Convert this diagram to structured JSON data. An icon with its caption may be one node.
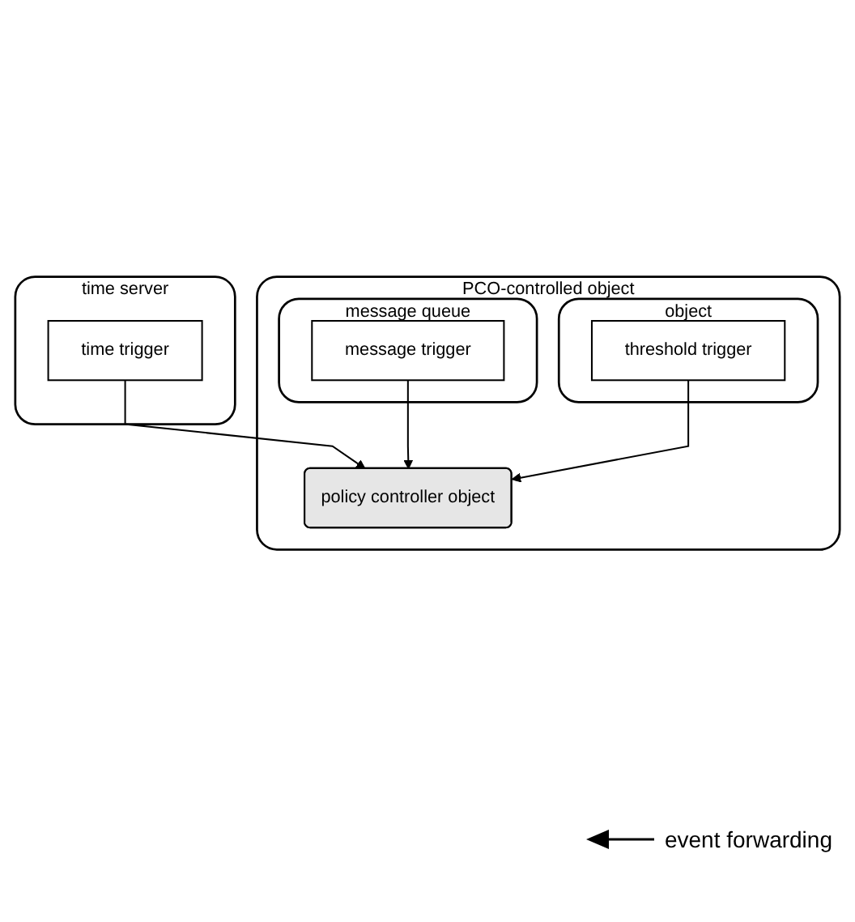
{
  "diagram": {
    "nodes": [
      {
        "text": [
          "time server"
        ]
      },
      {
        "text": [
          "time trigger"
        ],
        "in": 0
      },
      {
        "text": [
          "PCO-controlled object"
        ]
      },
      {
        "text": [
          "policy controller object"
        ],
        "in": 2
      },
      {
        "text": [
          "message queue"
        ],
        "in": 2
      },
      {
        "text": [
          "message trigger"
        ],
        "in": 4
      },
      {
        "text": [
          "object"
        ],
        "in": 2
      },
      {
        "text": [
          "threshold trigger"
        ],
        "in": 6
      }
    ],
    "edges": [
      {
        "from": 1,
        "to": 3,
        "arrow": "to"
      },
      {
        "from": 5,
        "to": 3,
        "arrow": "to"
      },
      {
        "from": 7,
        "to": 3,
        "arrow": "to"
      }
    ],
    "legend": [
      {
        "text": "event forwarding"
      }
    ]
  }
}
